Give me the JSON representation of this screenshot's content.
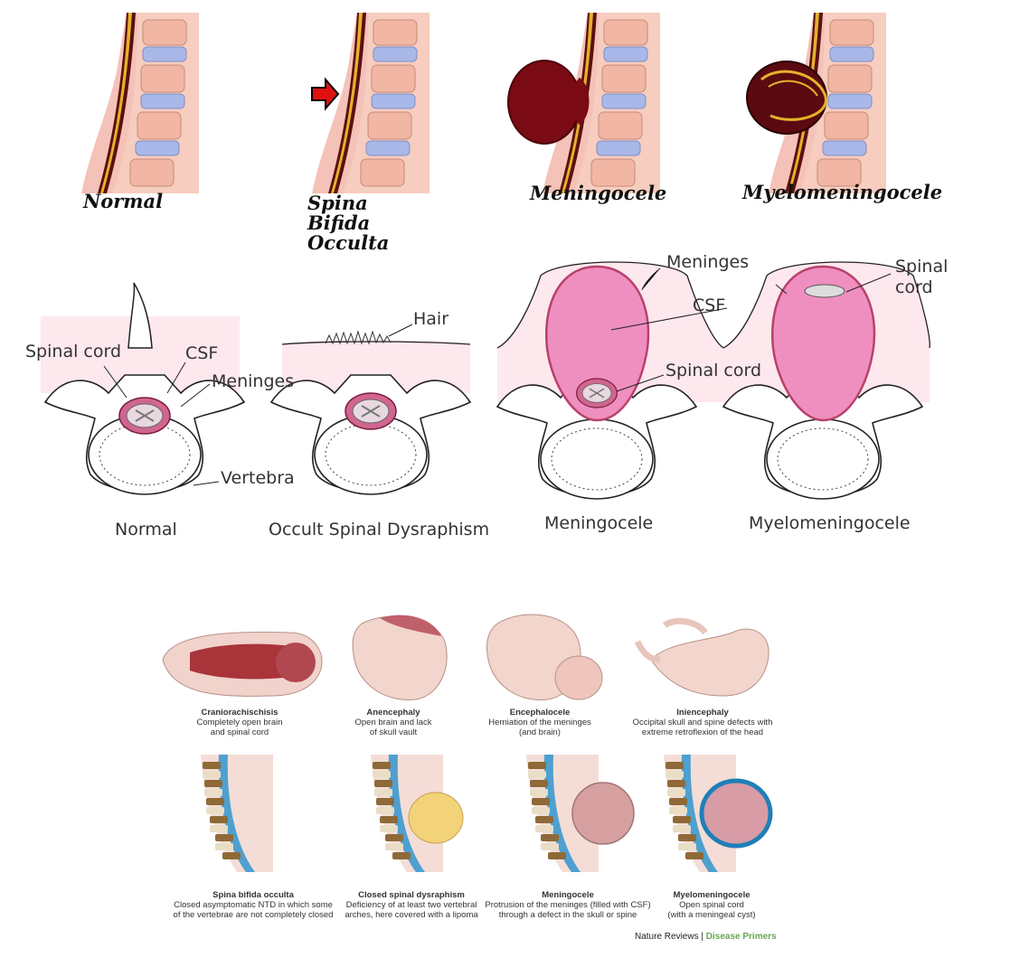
{
  "top_row": {
    "labels": [
      "Normal",
      "Spina Bifida Occulta",
      "Meningocele",
      "Myelomeningocele"
    ]
  },
  "middle_row": {
    "annotations": {
      "spinal_cord_left": "Spinal cord",
      "csf_left": "CSF",
      "meninges_left": "Meninges",
      "vertebra": "Vertebra",
      "hair": "Hair",
      "meninges_right": "Meninges",
      "csf_right": "CSF",
      "spinal_cord_meningocele": "Spinal cord",
      "spinal_cord_right": "Spinal\ncord"
    },
    "captions": [
      "Normal",
      "Occult Spinal Dysraphism",
      "Meningocele",
      "Myelomeningocele"
    ]
  },
  "bottom_panel": {
    "top": [
      {
        "title": "Craniorachischisis",
        "desc": "Completely open brain\nand spinal cord"
      },
      {
        "title": "Anencephaly",
        "desc": "Open brain and lack\nof skull vault"
      },
      {
        "title": "Encephalocele",
        "desc": "Herniation of the meninges\n(and brain)"
      },
      {
        "title": "Iniencephaly",
        "desc": "Occipital skull and spine defects with\nextreme retroflexion of the head"
      }
    ],
    "bottom": [
      {
        "title": "Spina bifida occulta",
        "desc": "Closed asymptomatic NTD in which some\nof the vertebrae are not completely closed"
      },
      {
        "title": "Closed spinal dysraphism",
        "desc": "Deficiency of at least two vertebral\narches, here covered with a lipoma"
      },
      {
        "title": "Meningocele",
        "desc": "Protrusion of the meninges (filled with CSF)\nthrough a defect in the skull or spine"
      },
      {
        "title": "Myelomeningocele",
        "desc": "Open spinal cord\n(with a meningeal cyst)"
      }
    ],
    "footer": {
      "source": "Nature Reviews",
      "separator": "|",
      "series": "Disease Primers"
    }
  },
  "colors": {
    "skin": "#f4c2b8",
    "skin_light": "#f9d6d0",
    "cord_gold": "#d9a520",
    "disc_blue": "#a9b8e8",
    "vertebra_pink": "#f1b7a4",
    "sac_dark": "#7a0a14",
    "csf_pink": "#ef8fc0",
    "meninges_red": "#b8416b",
    "green": "#6aa84f",
    "arrow_red": "#e01010"
  }
}
